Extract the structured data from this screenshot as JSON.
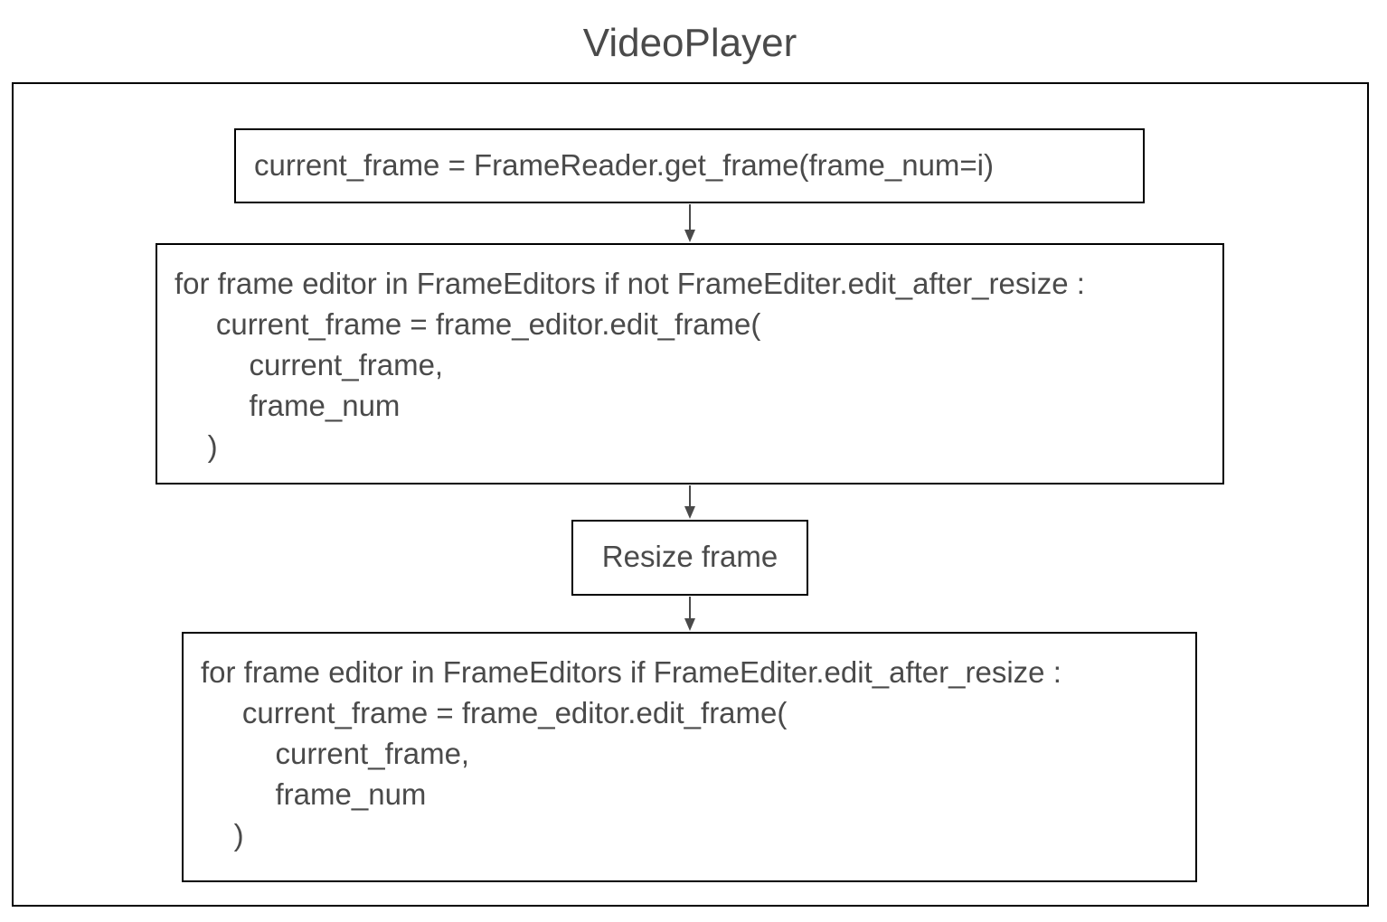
{
  "title": "VideoPlayer",
  "nodes": {
    "read_frame": {
      "lines": [
        "current_frame = FrameReader.get_frame(frame_num=i)"
      ]
    },
    "edit_before_resize": {
      "lines": [
        "for frame editor in FrameEditors if not FrameEditer.edit_after_resize :",
        "     current_frame = frame_editor.edit_frame(",
        "         current_frame,",
        "         frame_num",
        "    )"
      ]
    },
    "resize": {
      "lines": [
        "Resize frame"
      ]
    },
    "edit_after_resize": {
      "lines": [
        "for frame editor in FrameEditors if FrameEditer.edit_after_resize :",
        "     current_frame = frame_editor.edit_frame(",
        "         current_frame,",
        "         frame_num",
        "    )"
      ]
    }
  },
  "colors": {
    "text": "#4a4a4a",
    "border": "#000000",
    "arrow": "#4a4a4a"
  }
}
